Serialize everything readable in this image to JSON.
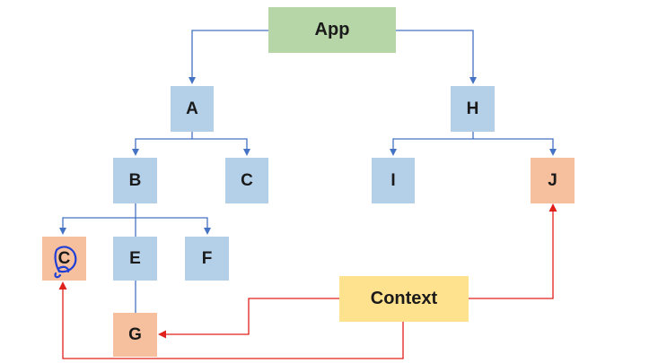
{
  "nodes": {
    "app": "App",
    "a": "A",
    "h": "H",
    "b": "B",
    "c": "C",
    "i": "I",
    "j": "J",
    "d": "C",
    "e": "E",
    "f": "F",
    "g": "G",
    "context": "Context"
  },
  "colors": {
    "tree_line": "#4472c4",
    "context_line": "#e0201b",
    "scribble": "#1f3fd6",
    "node_blue": "#b4cfe8",
    "node_orange": "#f6bf9d",
    "node_green": "#b7d6a7",
    "node_yellow": "#ffe28d"
  }
}
